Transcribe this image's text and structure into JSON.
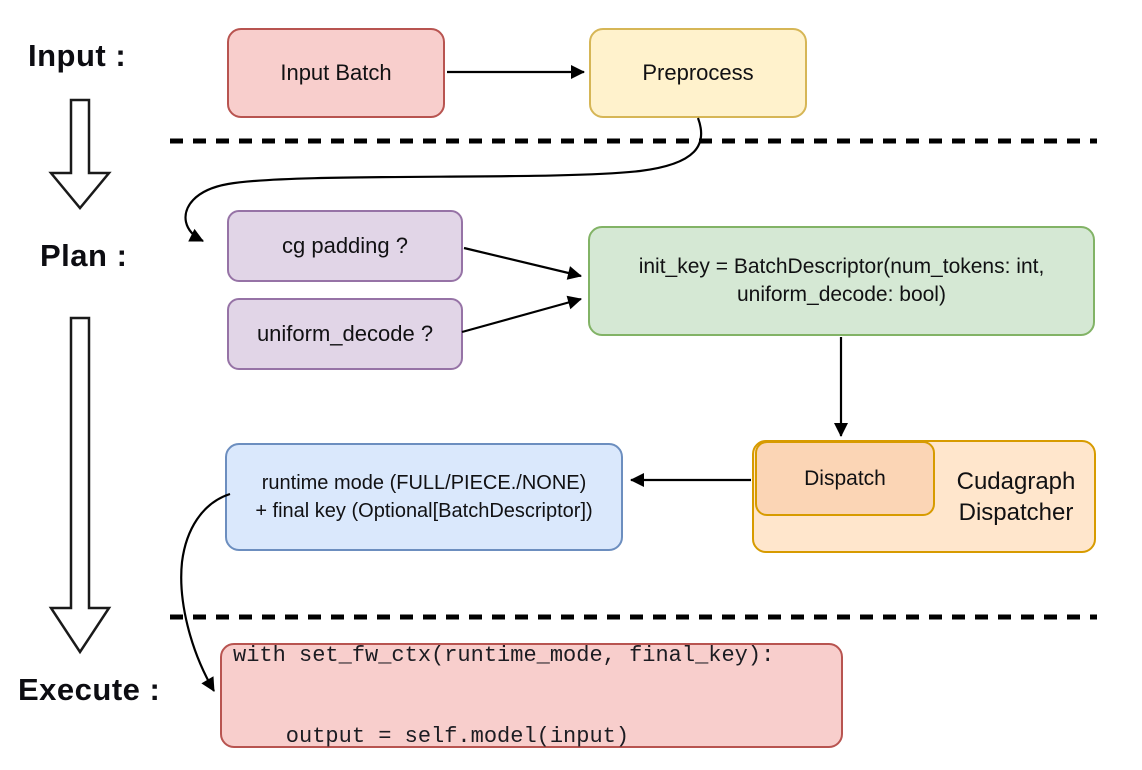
{
  "stage_labels": {
    "input": "Input :",
    "plan": "Plan :",
    "execute": "Execute :"
  },
  "nodes": {
    "input_batch": {
      "label": "Input Batch",
      "fill": "#f8cecc",
      "border": "#b85450"
    },
    "preprocess": {
      "label": "Preprocess",
      "fill": "#fff2cc",
      "border": "#d6b656"
    },
    "cg_padding": {
      "label": "cg padding ?",
      "fill": "#e1d5e7",
      "border": "#9673a6"
    },
    "uniform_decode": {
      "label": "uniform_decode ?",
      "fill": "#e1d5e7",
      "border": "#9673a6"
    },
    "init_key": {
      "line1": "init_key = BatchDescriptor(num_tokens: int,",
      "line2": "uniform_decode: bool)",
      "fill": "#d5e8d4",
      "border": "#82b366"
    },
    "dispatch": {
      "label": "Dispatch",
      "fill": "#fbd5b5",
      "border": "#d79b00"
    },
    "cudagraph_dispatcher": {
      "line1": "Cudagraph",
      "line2": "Dispatcher",
      "fill": "#ffe6cc",
      "border": "#d79b00"
    },
    "runtime_mode": {
      "line1": "runtime mode (FULL/PIECE./NONE)",
      "line2": "+ final key (Optional[BatchDescriptor])",
      "fill": "#dae8fc",
      "border": "#6c8ebf"
    },
    "execute_code": {
      "line1": "with set_fw_ctx(runtime_mode, final_key):",
      "line2": "    output = self.model(input)",
      "fill": "#f8cecc",
      "border": "#b85450"
    }
  },
  "edges": [
    {
      "from": "input_batch",
      "to": "preprocess"
    },
    {
      "from": "preprocess",
      "to": "cg_padding"
    },
    {
      "from": "cg_padding",
      "to": "init_key"
    },
    {
      "from": "uniform_decode",
      "to": "init_key"
    },
    {
      "from": "init_key",
      "to": "dispatch"
    },
    {
      "from": "dispatch",
      "to": "runtime_mode"
    },
    {
      "from": "runtime_mode",
      "to": "execute_code"
    }
  ],
  "separators": {
    "style": "dashed",
    "color": "#000000"
  }
}
